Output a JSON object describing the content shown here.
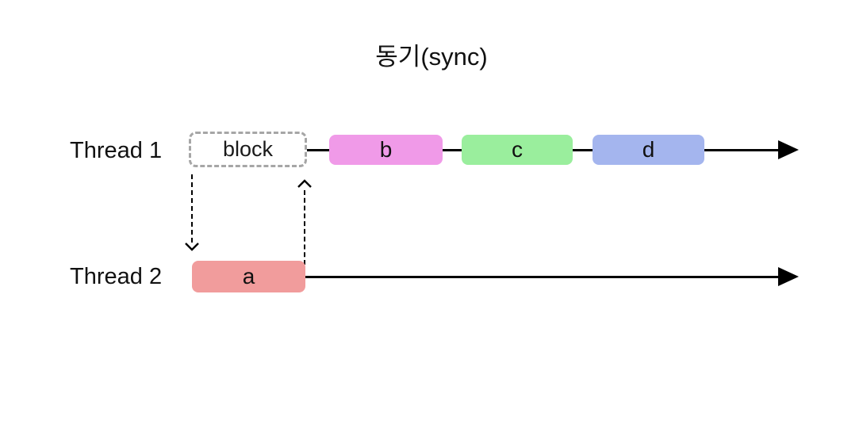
{
  "title": "동기(sync)",
  "threads": [
    {
      "label": "Thread 1",
      "block": {
        "label": "block"
      },
      "tasks": [
        {
          "label": "b",
          "color": "#f09ae8"
        },
        {
          "label": "c",
          "color": "#9aee9d"
        },
        {
          "label": "d",
          "color": "#a4b5ee"
        }
      ]
    },
    {
      "label": "Thread 2",
      "tasks": [
        {
          "label": "a",
          "color": "#f19c9c"
        }
      ]
    }
  ],
  "colors": {
    "background": "#ffffff",
    "timeline": "#000000",
    "dashed_arrow": "#000000",
    "block_border": "#a6a6a6",
    "text": "#111111"
  }
}
